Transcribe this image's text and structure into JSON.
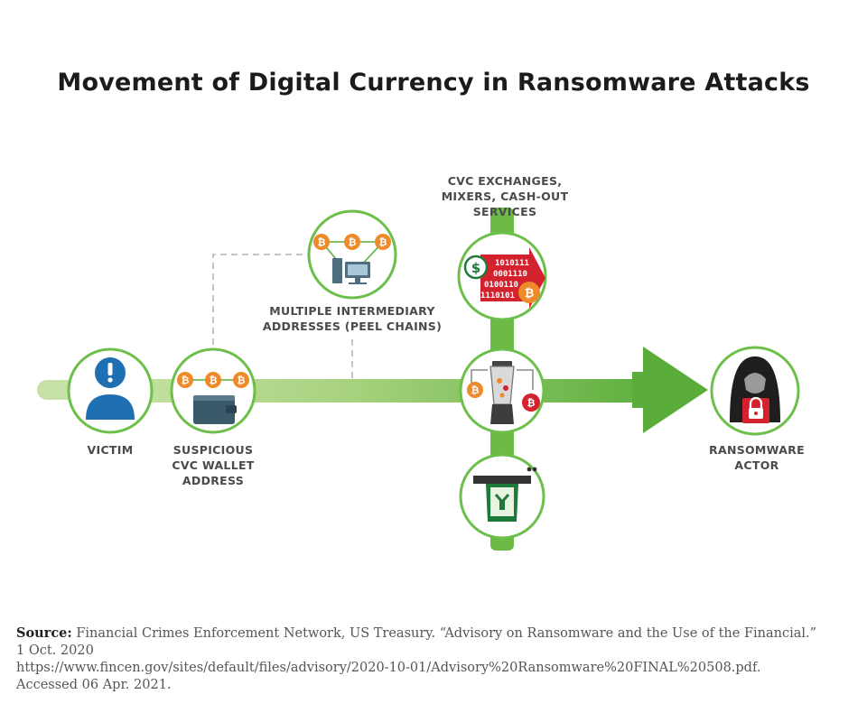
{
  "title": "Movement of Digital Currency in Ransomware Attacks",
  "colors": {
    "green_dark": "#5cae3a",
    "green_light": "#c6e0a6",
    "node_ring": "#6cbf4a",
    "blue": "#1f6fb3",
    "bitcoin": "#ee8a2a",
    "red": "#d3212d",
    "dashed": "#c8c8c8"
  },
  "nodes": {
    "victim": {
      "label_lines": [
        "VICTIM"
      ],
      "icon": "person-alert-icon"
    },
    "wallet": {
      "label_lines": [
        "SUSPICIOUS",
        "CVC WALLET",
        "ADDRESS"
      ],
      "icon": "wallet-icon"
    },
    "intermediary": {
      "label_lines": [
        "MULTIPLE INTERMEDIARY",
        "ADDRESSES (PEEL CHAINS)"
      ],
      "icon": "computer-icon"
    },
    "exchanges": {
      "label_lines": [
        "CVC EXCHANGES,",
        "MIXERS, CASH-OUT",
        "SERVICES"
      ],
      "icon": "exchange-icon"
    },
    "mixer": {
      "icon": "blender-icon"
    },
    "atm": {
      "icon": "atm-cash-icon"
    },
    "actor": {
      "label_lines": [
        "RANSOMWARE",
        "ACTOR"
      ],
      "icon": "hooded-hacker-icon"
    }
  },
  "binary": [
    "1010111",
    "0001110",
    "0100110",
    "1110101"
  ],
  "source": {
    "label": "Source:",
    "line1": "Financial Crimes Enforcement Network, US Treasury. “Advisory on Ransomware and the Use of the Financial.”",
    "line2": "1 Oct. 2020",
    "line3": "https://www.fincen.gov/sites/default/files/advisory/2020-10-01/Advisory%20Ransomware%20FINAL%20508.pdf.",
    "line4": "Accessed 06 Apr. 2021."
  }
}
